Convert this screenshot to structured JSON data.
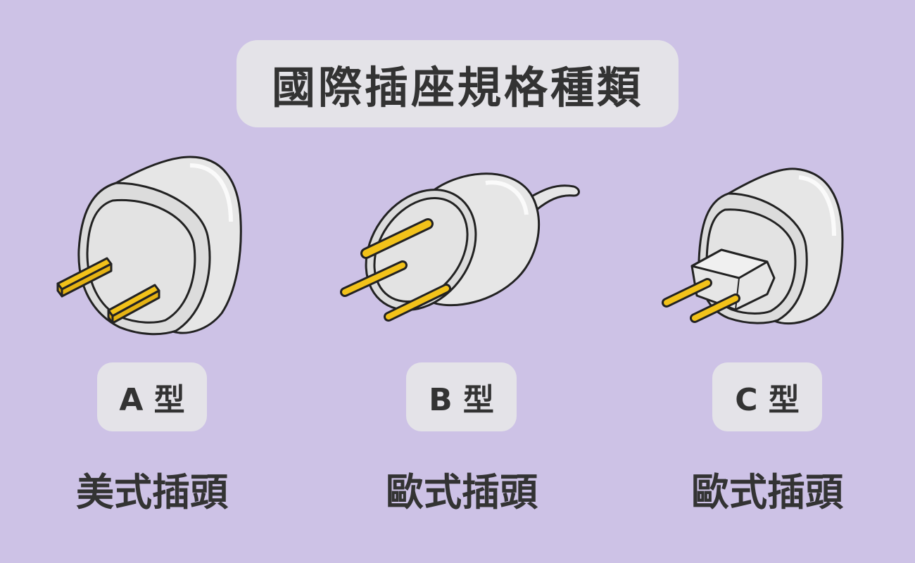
{
  "title": "國際插座規格種類",
  "plugs": [
    {
      "type_label": "A 型",
      "caption": "美式插頭",
      "icon": "type-a-plug-icon"
    },
    {
      "type_label": "B 型",
      "caption": "歐式插頭",
      "icon": "type-b-plug-icon"
    },
    {
      "type_label": "C 型",
      "caption": "歐式插頭",
      "icon": "type-c-plug-icon"
    }
  ],
  "colors": {
    "background": "#cdc2e6",
    "panel": "#e4e3e8",
    "text": "#333333",
    "plug_body": "#e6e6e6",
    "pin": "#f2c21a",
    "outline": "#222222"
  }
}
